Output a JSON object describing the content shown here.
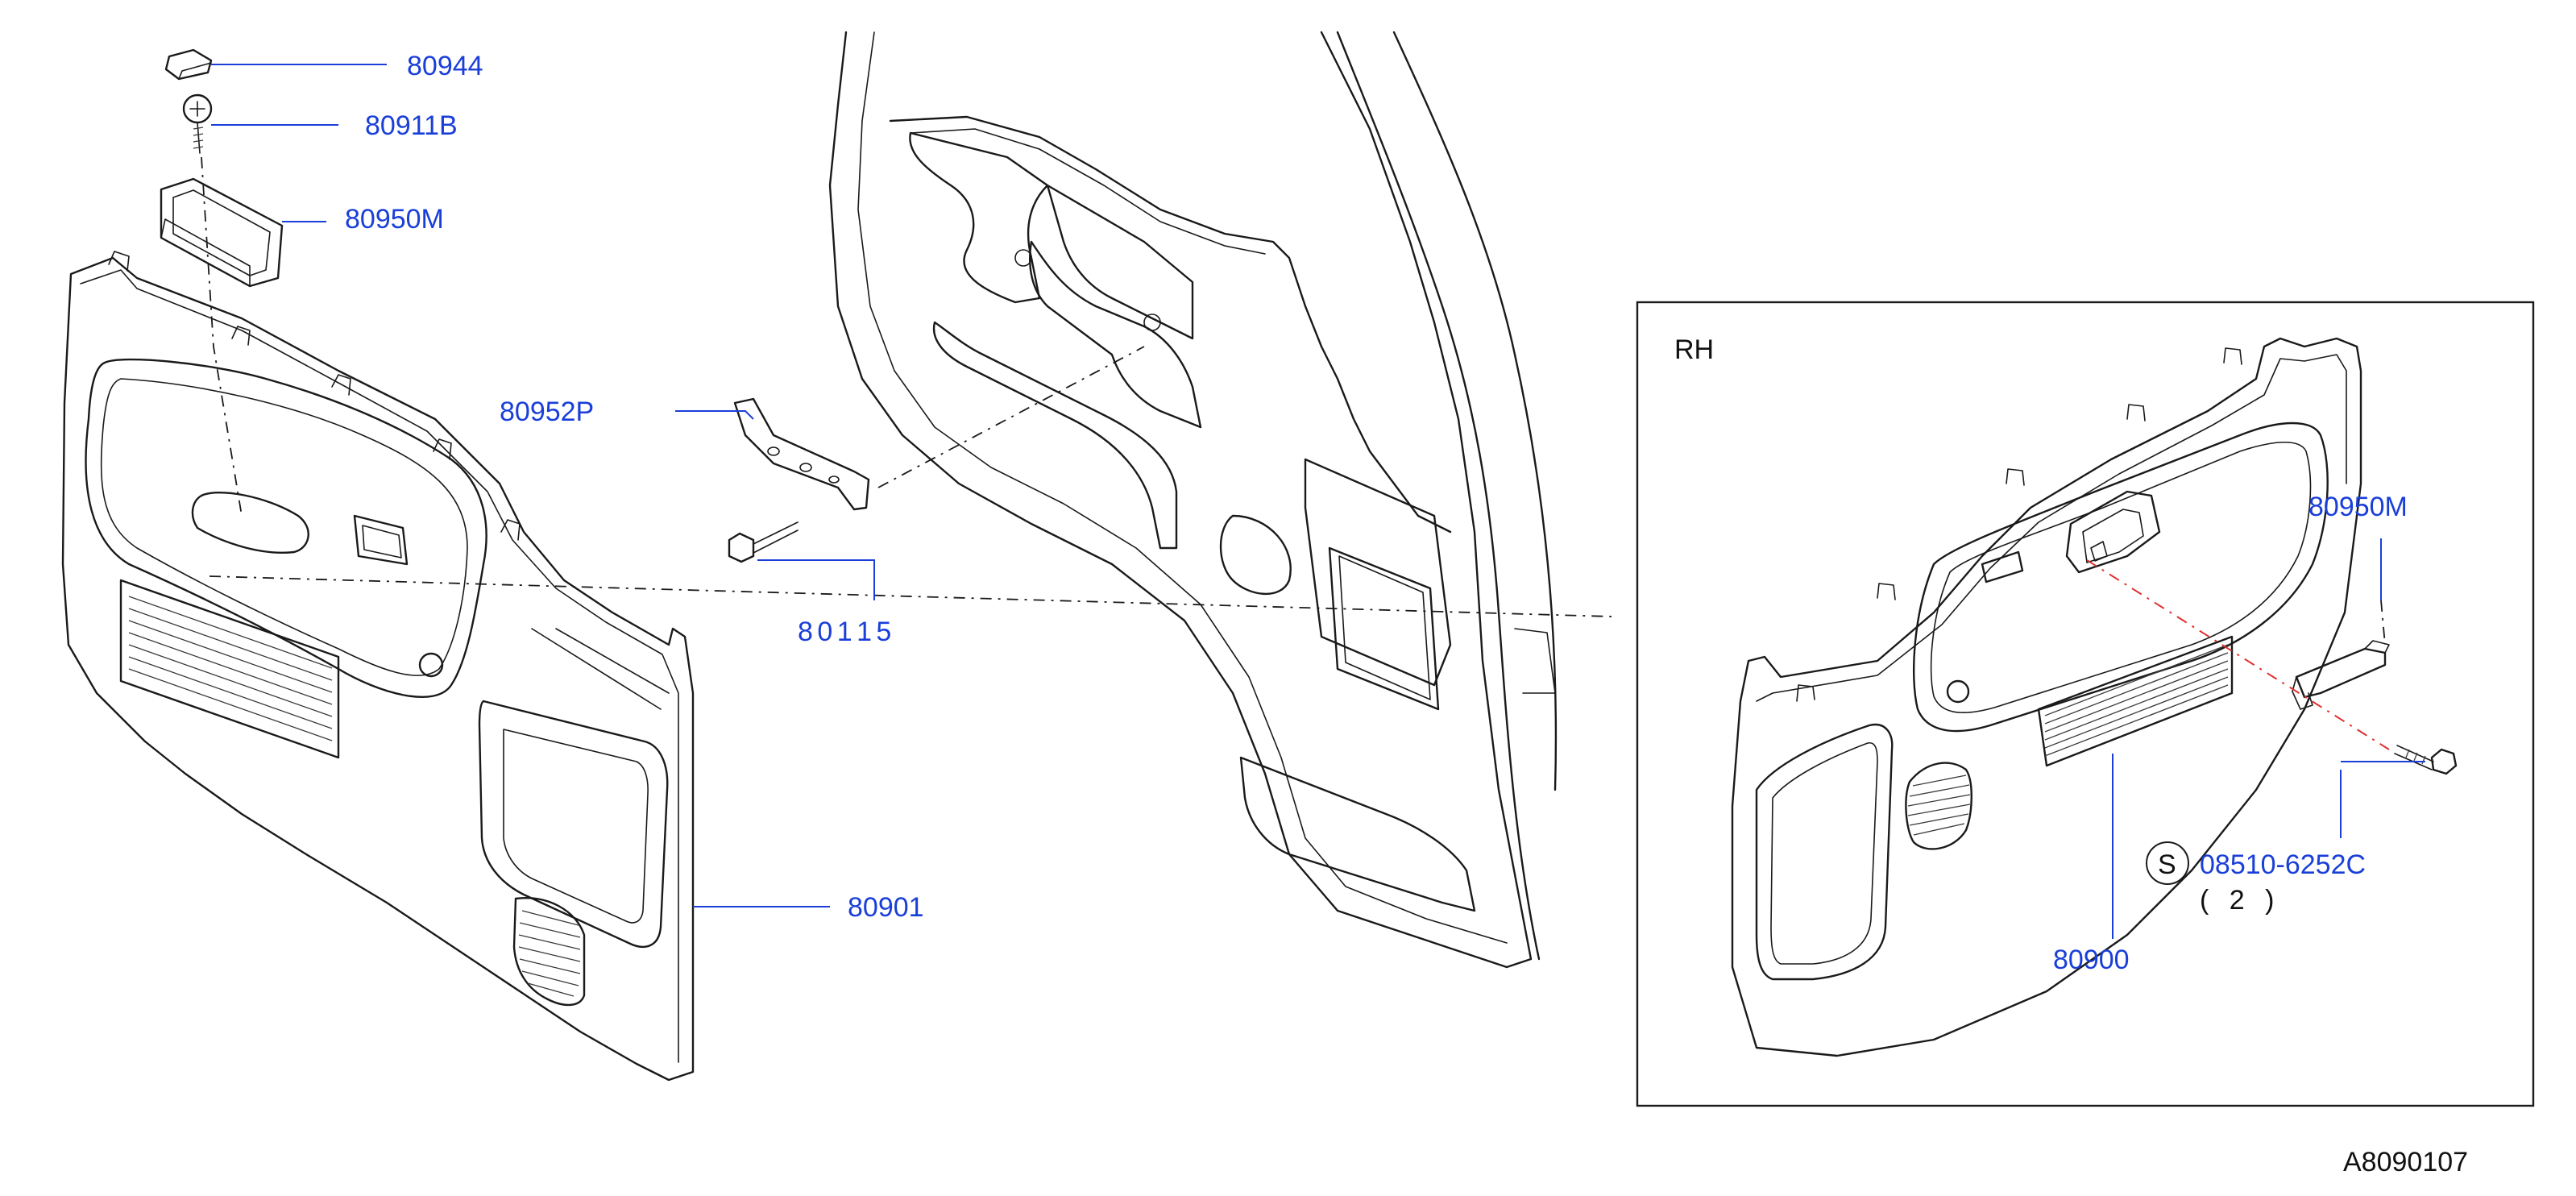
{
  "labels": {
    "p80944": "80944",
    "p80911b": "80911B",
    "p80950m_left": "80950M",
    "p80952p": "80952P",
    "p80911_partial": "8 0 1 1 5",
    "p80901": "80901",
    "p80950m_right": "80950M",
    "p08510": "08510-6252C",
    "qty": "( 2 )",
    "p80900": "80900",
    "screw_symbol": "S"
  },
  "inset": {
    "title": "RH"
  },
  "figure_code": "A8090107",
  "colors": {
    "callout": "#1a3fd8",
    "linework": "#1a1a1a",
    "dash_red": "#e03030"
  }
}
